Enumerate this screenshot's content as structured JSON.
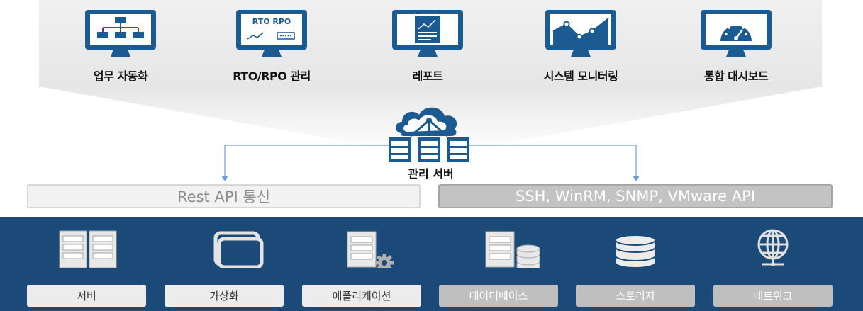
{
  "modules": [
    {
      "label": "업무 자동화",
      "icon": "workflow-monitor-icon"
    },
    {
      "label": "RTO/RPO 관리",
      "icon": "rto-rpo-monitor-icon",
      "screen_text": "RTO RPO"
    },
    {
      "label": "레포트",
      "icon": "report-monitor-icon"
    },
    {
      "label": "시스템 모니터링",
      "icon": "line-chart-monitor-icon"
    },
    {
      "label": "통합 대시보드",
      "icon": "gauge-monitor-icon"
    }
  ],
  "server": {
    "label": "관리 서버",
    "icon": "cloud-server-icon"
  },
  "protocols": [
    {
      "label": "Rest API 통신",
      "style": "light"
    },
    {
      "label": "SSH, WinRM, SNMP, VMware API",
      "style": "dark"
    }
  ],
  "resources": [
    {
      "label": "서버",
      "icon": "server-icon",
      "style": "light"
    },
    {
      "label": "가상화",
      "icon": "virtualization-icon",
      "style": "light"
    },
    {
      "label": "애플리케이션",
      "icon": "application-gear-icon",
      "style": "light"
    },
    {
      "label": "데이터베이스",
      "icon": "database-server-icon",
      "style": "dark"
    },
    {
      "label": "스토리지",
      "icon": "storage-icon",
      "style": "dark"
    },
    {
      "label": "네트워크",
      "icon": "network-globe-icon",
      "style": "dark"
    }
  ],
  "colors": {
    "brand_blue": "#1c4a78",
    "connector": "#6f9fd0",
    "panel_gray": "#e9e9e9"
  }
}
